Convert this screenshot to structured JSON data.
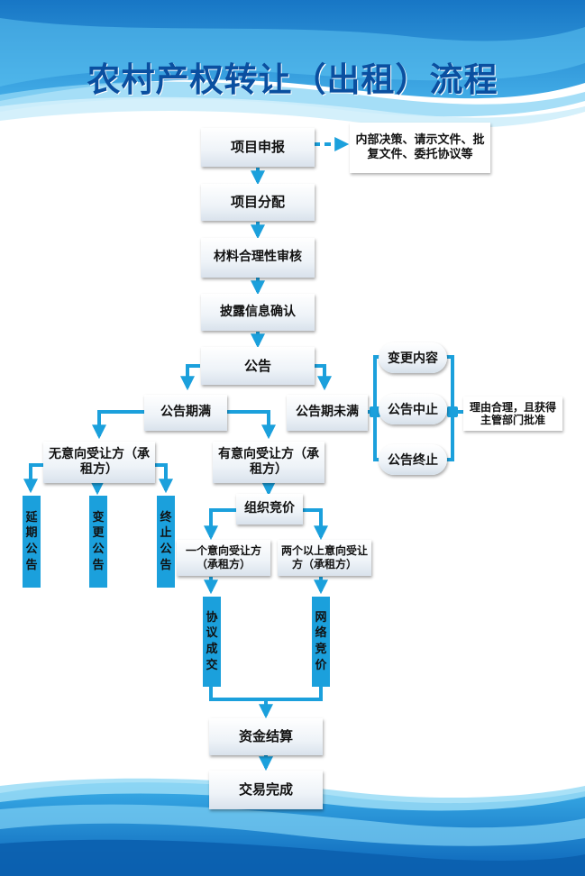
{
  "title": "农村产权转让（出租）流程",
  "steps": {
    "declare": "项目申报",
    "assign": "项目分配",
    "review": "材料合理性审核",
    "confirm": "披露信息确认",
    "notice": "公告",
    "expired": "公告期满",
    "not_expired": "公告期未满",
    "no_party": "无意向受让方（承租方）",
    "has_party": "有意向受让方（承租方）",
    "bidding": "组织竞价",
    "one_party": "一个意向受让方（承租方）",
    "multi_party": "两个以上意向受让方（承租方）",
    "settlement": "资金结算",
    "complete": "交易完成"
  },
  "side_note_docs": "内部决策、请示文件、批复文件、委托协议等",
  "change_options": {
    "change_content": "变更内容",
    "suspend": "公告中止",
    "terminate": "公告终止"
  },
  "side_note_approval": "理由合理，且获得主管部门批准",
  "vertical_bars": {
    "extend": "延期公告",
    "change": "变更公告",
    "end": "终止公告",
    "agreement": "协议成交",
    "online_bid": "网络竞价"
  },
  "colors": {
    "accent": "#1ba0dc",
    "title": "#0a4fa0",
    "wave_dark": "#0b6fc2",
    "wave_light": "#5cc3f0"
  }
}
